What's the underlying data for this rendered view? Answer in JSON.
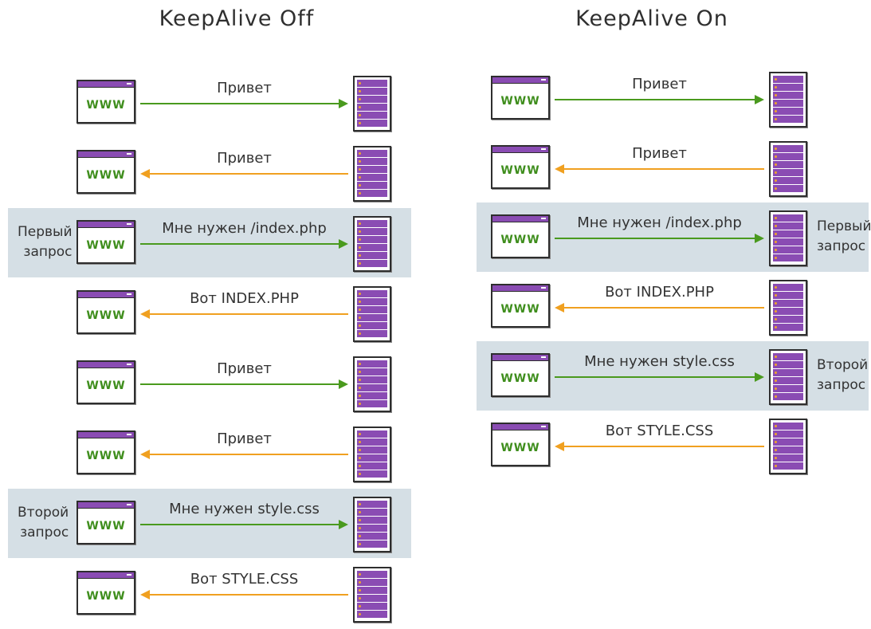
{
  "columns": [
    {
      "title": "KeepAlive Off",
      "rows": [
        {
          "message": "Привет",
          "direction": "to-server",
          "color": "#4a9a1e"
        },
        {
          "message": "Привет",
          "direction": "to-client",
          "color": "#f0a020"
        },
        {
          "message": "Мне нужен /index.php",
          "direction": "to-server",
          "color": "#4a9a1e",
          "highlight": true,
          "label": [
            "Первый",
            "запрос"
          ]
        },
        {
          "message": "Вот INDEX.PHP",
          "direction": "to-client",
          "color": "#f0a020"
        },
        {
          "message": "Привет",
          "direction": "to-server",
          "color": "#4a9a1e"
        },
        {
          "message": "Привет",
          "direction": "to-client",
          "color": "#f0a020"
        },
        {
          "message": "Мне нужен style.css",
          "direction": "to-server",
          "color": "#4a9a1e",
          "highlight": true,
          "label": [
            "Второй",
            "запрос"
          ]
        },
        {
          "message": "Вот STYLE.CSS",
          "direction": "to-client",
          "color": "#f0a020"
        }
      ]
    },
    {
      "title": "KeepAlive On",
      "rows": [
        {
          "message": "Привет",
          "direction": "to-server",
          "color": "#4a9a1e"
        },
        {
          "message": "Привет",
          "direction": "to-client",
          "color": "#f0a020"
        },
        {
          "message": "Мне нужен /index.php",
          "direction": "to-server",
          "color": "#4a9a1e",
          "highlight": true,
          "label": [
            "Первый",
            "запрос"
          ]
        },
        {
          "message": "Вот INDEX.PHP",
          "direction": "to-client",
          "color": "#f0a020"
        },
        {
          "message": "Мне нужен style.css",
          "direction": "to-server",
          "color": "#4a9a1e",
          "highlight": true,
          "label": [
            "Второй",
            "запрос"
          ]
        },
        {
          "message": "Вот STYLE.CSS",
          "direction": "to-client",
          "color": "#f0a020"
        }
      ]
    }
  ],
  "browser_text": "WWW"
}
